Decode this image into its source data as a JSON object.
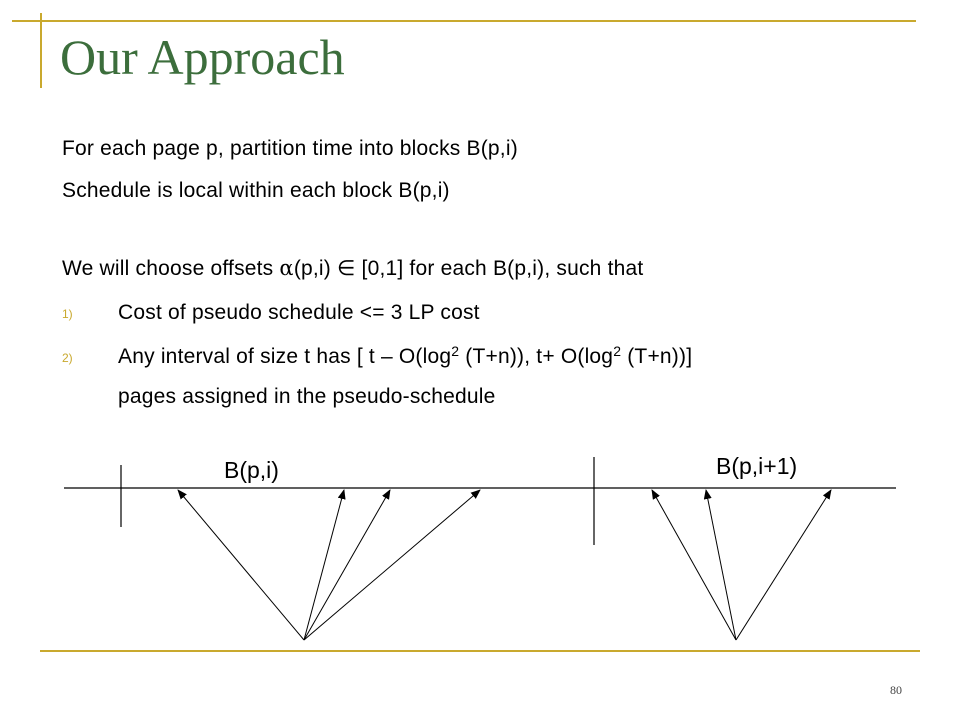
{
  "slide": {
    "title": "Our Approach",
    "page_number": "80",
    "accent_color": "#c9a92e",
    "title_color": "#3c6e3c"
  },
  "body": {
    "line1": "For each page p, partition time into blocks B(p,i)",
    "line2": "Schedule is local within each block B(p,i)",
    "line3_pre": "We will choose offsets ",
    "line3_alpha": "α",
    "line3_mid": "(p,i) ∈ [0,1]  for each B(p,i), such that",
    "items": [
      {
        "num": "1)",
        "text": "Cost of pseudo schedule <= 3 LP cost"
      },
      {
        "num": "2)",
        "text_a": "Any interval of size t has [ t – O(log",
        "sup_a": "2",
        "text_b": " (T+n)), t+ O(log",
        "sup_b": "2",
        "text_c": " (T+n))]",
        "continuation": "pages assigned in the pseudo-schedule"
      }
    ]
  },
  "diagram": {
    "label_left": "B(p,i)",
    "label_right": "B(p,i+1)"
  }
}
